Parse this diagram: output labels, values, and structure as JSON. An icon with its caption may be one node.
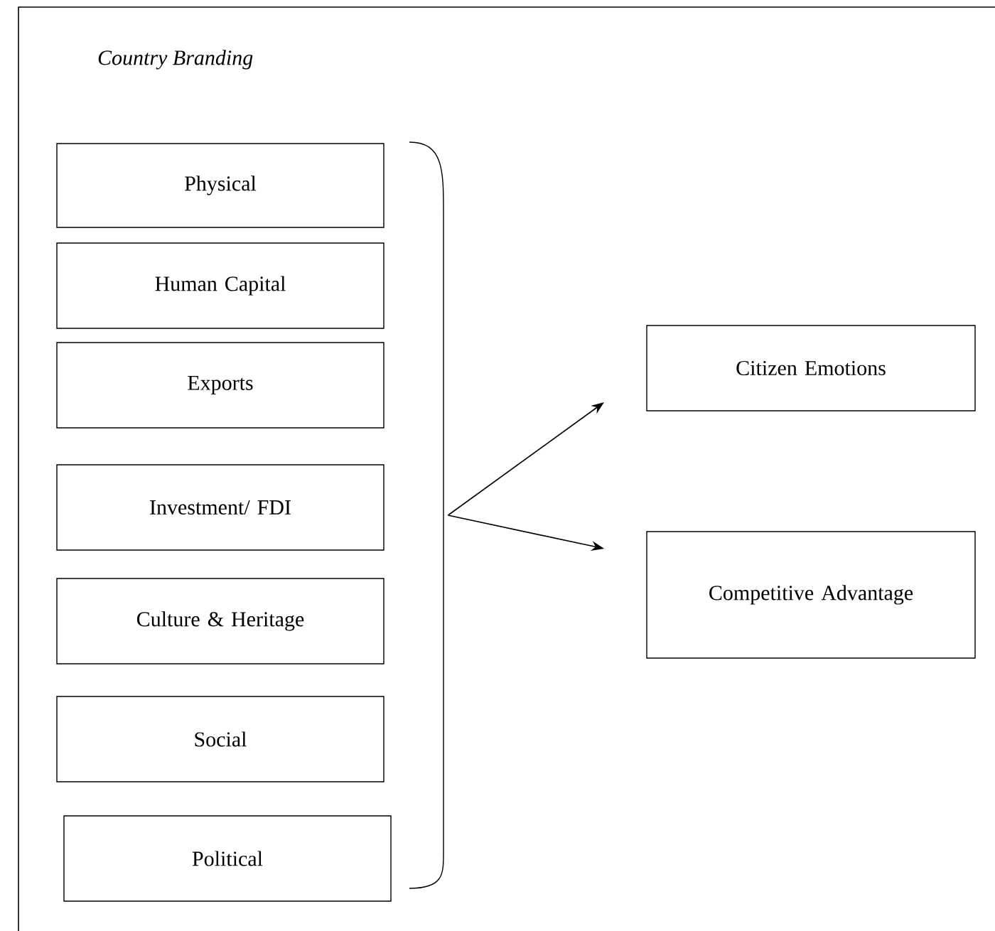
{
  "diagram": {
    "title": "Country Branding",
    "nodes": [
      {
        "text": [
          "Physical"
        ]
      },
      {
        "text": [
          "Human Capital"
        ]
      },
      {
        "text": [
          "Exports"
        ]
      },
      {
        "text": [
          "Investment/ FDI"
        ]
      },
      {
        "text": [
          "Culture & Heritage"
        ]
      },
      {
        "text": [
          "Social"
        ]
      },
      {
        "text": [
          "Political"
        ]
      },
      {
        "text": [],
        "shape": "bracket"
      },
      {
        "text": [
          "Citizen Emotions"
        ]
      },
      {
        "text": [
          "Competitive Advantage"
        ]
      }
    ],
    "edges": [
      {
        "from": 7,
        "to": 8,
        "arrow": "to"
      },
      {
        "from": 7,
        "to": 9,
        "arrow": "to"
      }
    ]
  }
}
